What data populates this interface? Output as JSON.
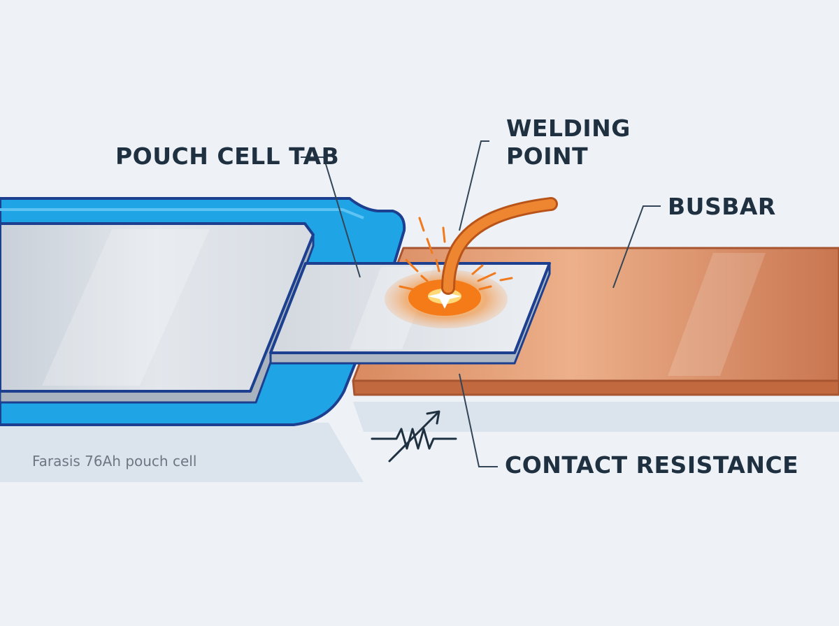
{
  "labels": {
    "tab": "POUCH CELL TAB",
    "welding_line1": "WELDING",
    "welding_line2": "POINT",
    "busbar": "BUSBAR",
    "contact_resistance": "CONTACT RESISTANCE"
  },
  "caption": "Farasis 76Ah pouch cell",
  "icons": [
    "welding-electrode-icon",
    "weld-spark-icon",
    "variable-resistor-icon"
  ],
  "colors": {
    "background": "#eef2f7",
    "pouch_blue": "#1fa5e6",
    "outline_navy": "#1c3f8f",
    "cell_face": "#d4dae2",
    "copper": "#e1946a",
    "copper_edge": "#a65530",
    "weld_orange": "#f07a1c",
    "text_dark": "#1f3140",
    "caption_gray": "#6d7783"
  }
}
